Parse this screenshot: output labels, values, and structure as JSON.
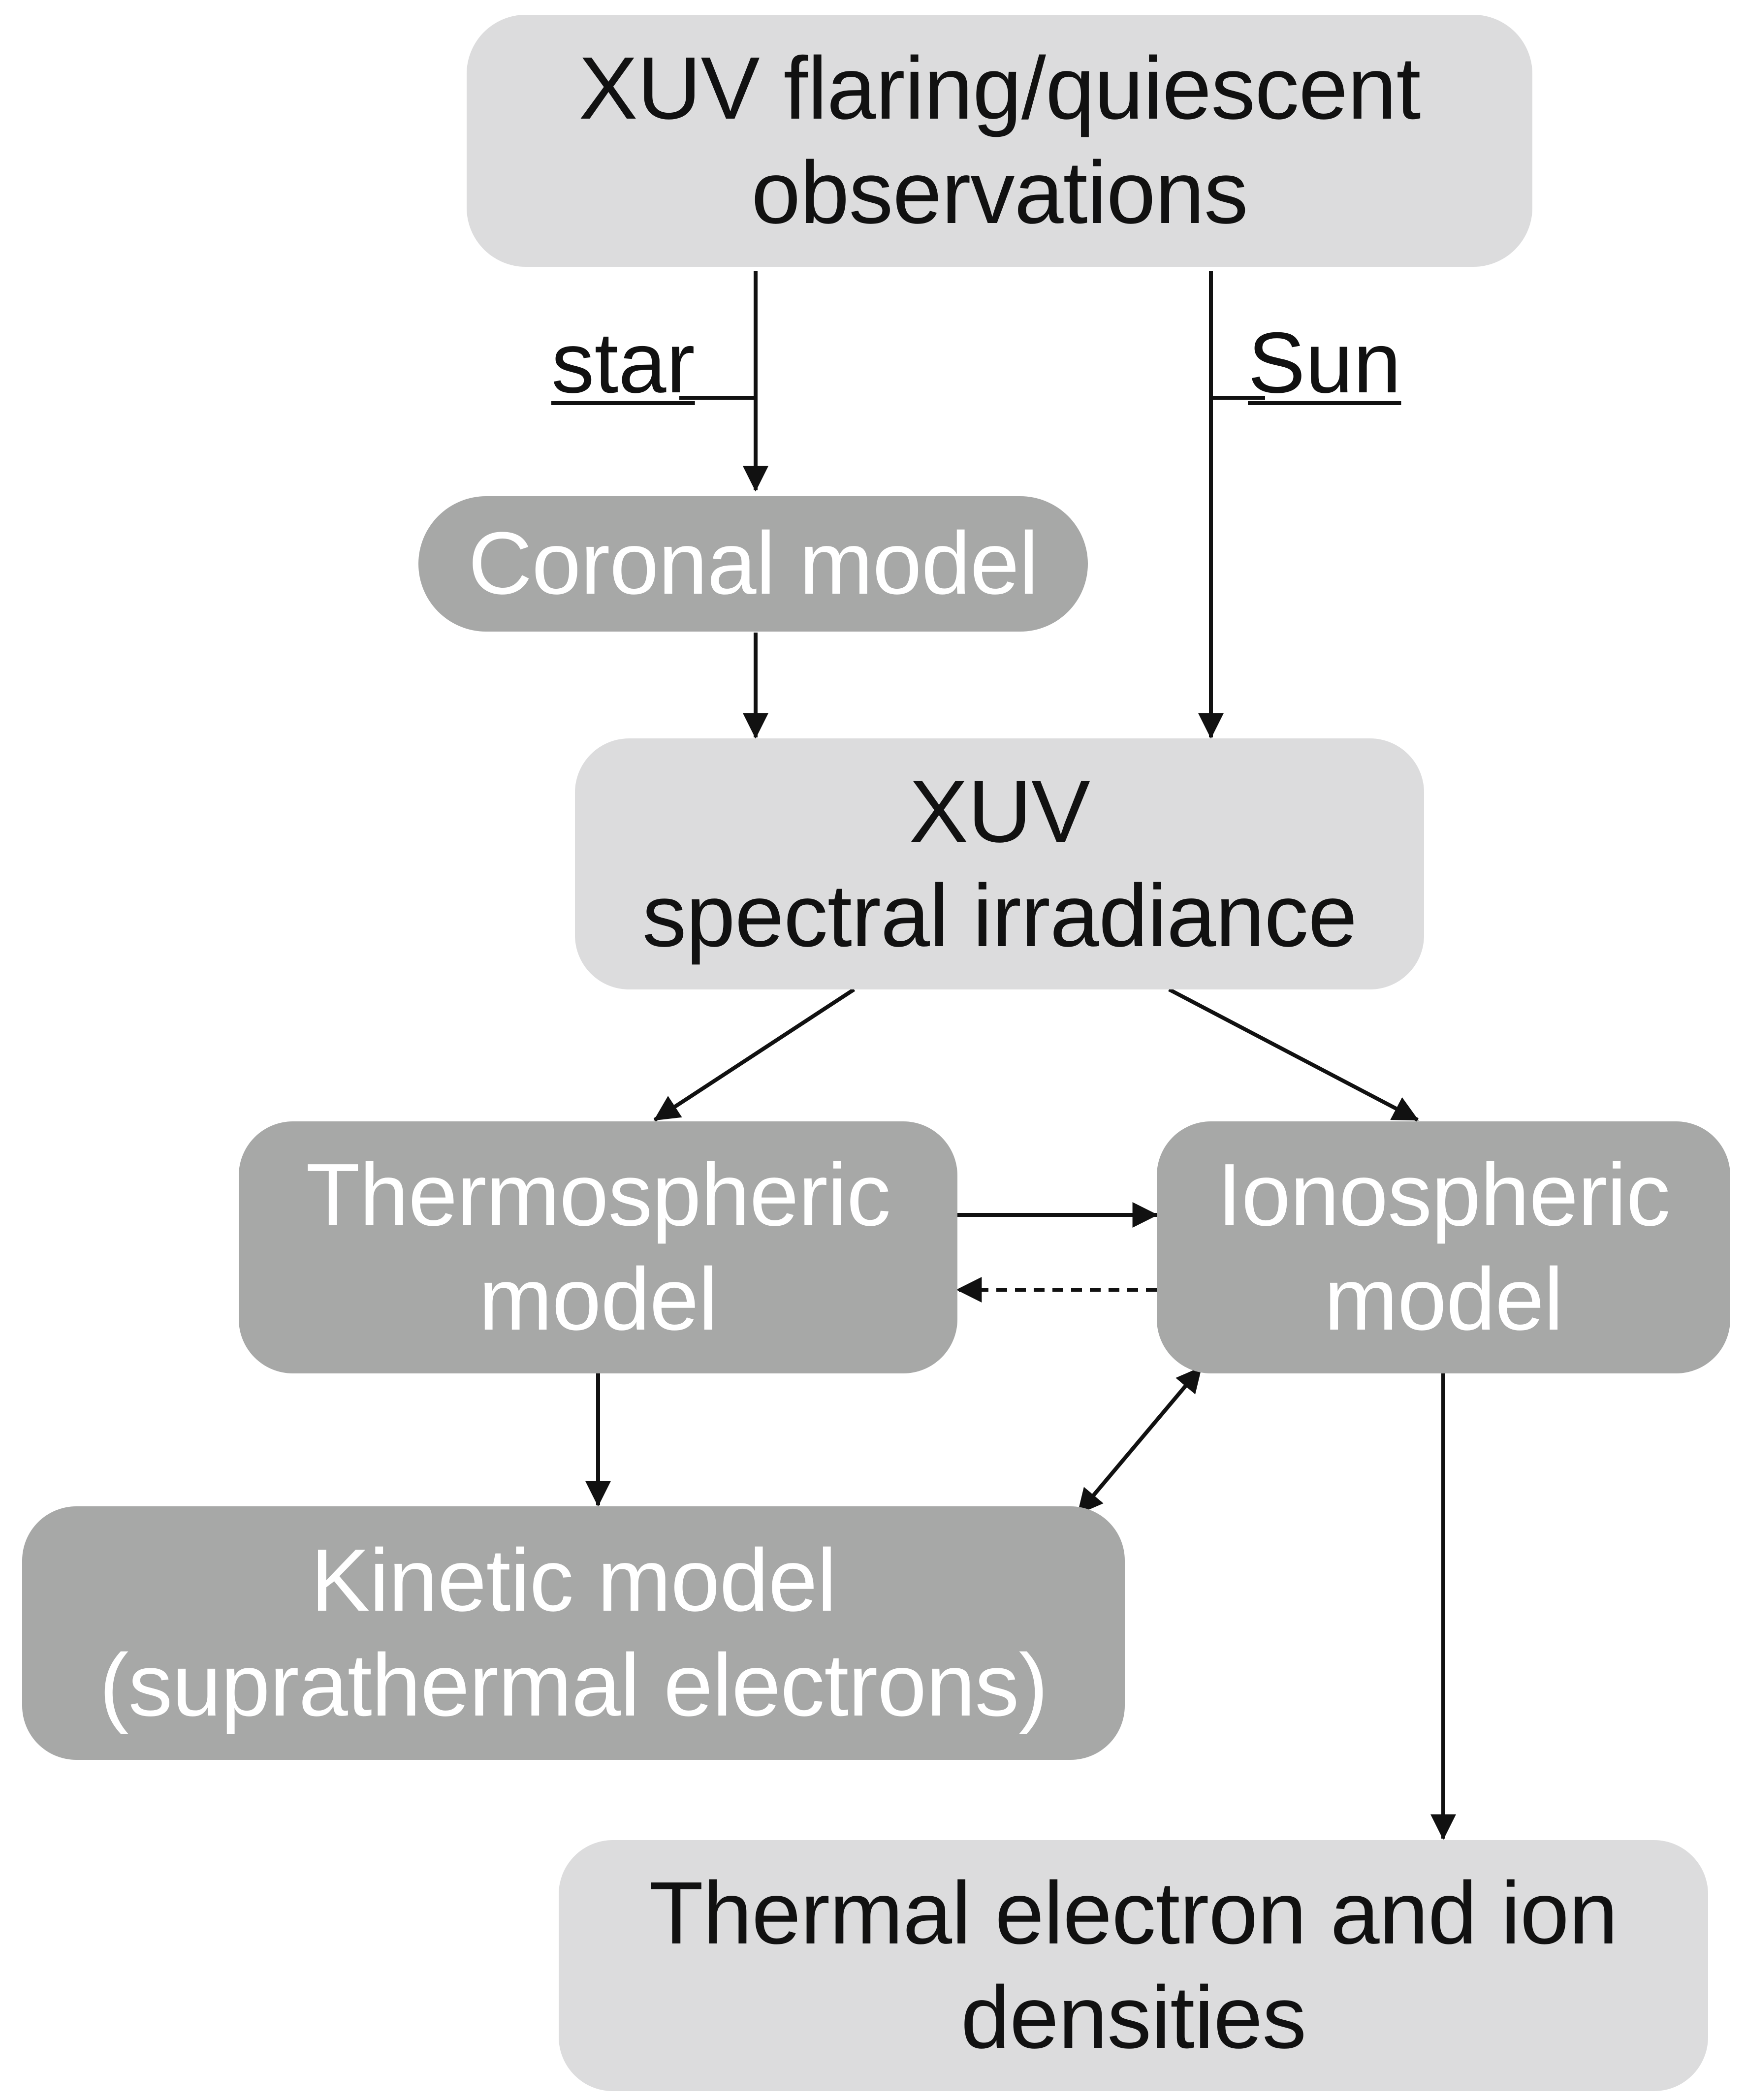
{
  "diagram": {
    "nodes": {
      "observations": {
        "lines": [
          "XUV flaring/quiescent",
          "observations"
        ]
      },
      "coronal": {
        "lines": [
          "Coronal model"
        ]
      },
      "irradiance": {
        "lines": [
          "XUV",
          "spectral irradiance"
        ]
      },
      "thermospheric": {
        "lines": [
          "Thermospheric",
          "model"
        ]
      },
      "ionospheric": {
        "lines": [
          "Ionospheric",
          "model"
        ]
      },
      "kinetic": {
        "lines": [
          "Kinetic model",
          "(suprathermal electrons)"
        ]
      },
      "densities": {
        "lines": [
          "Thermal electron and ion",
          "densities"
        ]
      }
    },
    "branch_labels": {
      "star": "star",
      "sun": "Sun"
    },
    "edges": [
      {
        "from": "observations",
        "to": "coronal",
        "label": "star",
        "style": "solid",
        "direction": "forward"
      },
      {
        "from": "observations",
        "to": "irradiance",
        "label": "Sun",
        "style": "solid",
        "direction": "forward"
      },
      {
        "from": "coronal",
        "to": "irradiance",
        "style": "solid",
        "direction": "forward"
      },
      {
        "from": "irradiance",
        "to": "thermospheric",
        "style": "solid",
        "direction": "forward"
      },
      {
        "from": "irradiance",
        "to": "ionospheric",
        "style": "solid",
        "direction": "forward"
      },
      {
        "from": "thermospheric",
        "to": "ionospheric",
        "style": "solid",
        "direction": "forward"
      },
      {
        "from": "ionospheric",
        "to": "thermospheric",
        "style": "dashed",
        "direction": "forward"
      },
      {
        "from": "thermospheric",
        "to": "kinetic",
        "style": "solid",
        "direction": "forward"
      },
      {
        "from": "ionospheric",
        "to": "kinetic",
        "style": "solid",
        "direction": "both"
      },
      {
        "from": "ionospheric",
        "to": "densities",
        "style": "solid",
        "direction": "forward"
      }
    ],
    "colors": {
      "light_box": "#dcdcdd",
      "dark_box": "#a7a8a7",
      "dark_text": "#111111",
      "light_text": "#ffffff",
      "arrow": "#111111"
    }
  }
}
